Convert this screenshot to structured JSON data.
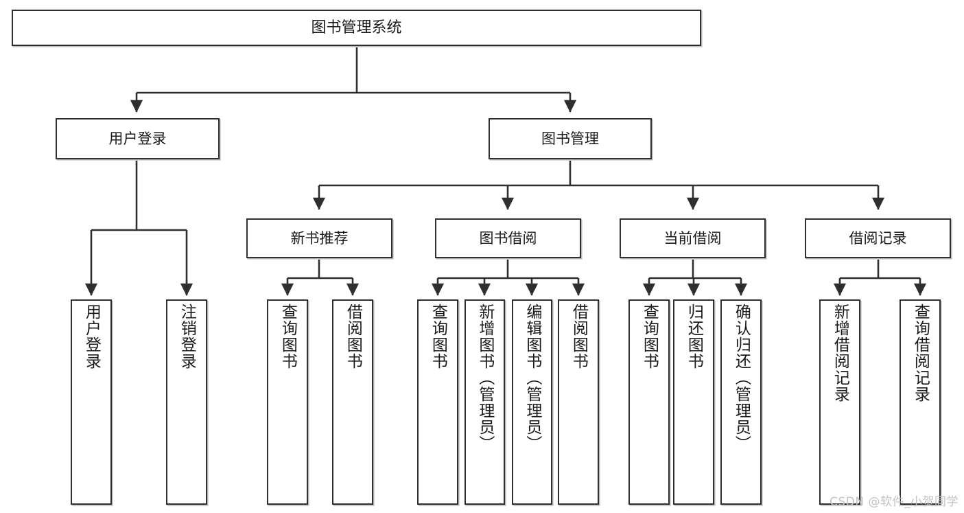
{
  "diagram": {
    "type": "tree-hierarchy-diagram",
    "title": "图书管理系统",
    "orientation": "top-down",
    "colors": {
      "box_border": "#2f2f2f",
      "box_fill": "#ffffff",
      "box_shadow": "#c9c9c9",
      "connector": "#2f2f2f",
      "text": "#1a1a1a",
      "watermark": "#c3c3c3"
    }
  },
  "nodes": {
    "root": {
      "id": "root",
      "label": "图书管理系统",
      "level": 0,
      "orientation": "horizontal"
    },
    "level1": [
      {
        "id": "user-login",
        "label": "用户登录",
        "orientation": "horizontal"
      },
      {
        "id": "book-management",
        "label": "图书管理",
        "orientation": "horizontal"
      }
    ],
    "level2": [
      {
        "id": "new-book-recommend",
        "label": "新书推荐",
        "orientation": "horizontal",
        "parent": "book-management"
      },
      {
        "id": "book-borrow",
        "label": "图书借阅",
        "orientation": "horizontal",
        "parent": "book-management"
      },
      {
        "id": "current-borrow",
        "label": "当前借阅",
        "orientation": "horizontal",
        "parent": "book-management"
      },
      {
        "id": "borrow-record",
        "label": "借阅记录",
        "orientation": "horizontal",
        "parent": "book-management"
      }
    ],
    "leaves": [
      {
        "id": "leaf-user-login",
        "label": "用户登录",
        "orientation": "vertical",
        "parent": "user-login"
      },
      {
        "id": "leaf-user-logout",
        "label": "注销登录",
        "orientation": "vertical",
        "parent": "user-login"
      },
      {
        "id": "leaf-query-book-1",
        "label": "查询图书",
        "orientation": "vertical",
        "parent": "new-book-recommend"
      },
      {
        "id": "leaf-borrow-book-1",
        "label": "借阅图书",
        "orientation": "vertical",
        "parent": "new-book-recommend"
      },
      {
        "id": "leaf-query-book-2",
        "label": "查询图书",
        "orientation": "vertical",
        "parent": "book-borrow"
      },
      {
        "id": "leaf-add-book",
        "label": "新增图书（管理员）",
        "orientation": "vertical",
        "parent": "book-borrow"
      },
      {
        "id": "leaf-edit-book",
        "label": "编辑图书（管理员）",
        "orientation": "vertical",
        "parent": "book-borrow"
      },
      {
        "id": "leaf-borrow-book-2",
        "label": "借阅图书",
        "orientation": "vertical",
        "parent": "book-borrow"
      },
      {
        "id": "leaf-query-book-3",
        "label": "查询图书",
        "orientation": "vertical",
        "parent": "current-borrow"
      },
      {
        "id": "leaf-return-book",
        "label": "归还图书",
        "orientation": "vertical",
        "parent": "current-borrow"
      },
      {
        "id": "leaf-confirm-return",
        "label": "确认归还（管理员）",
        "orientation": "vertical",
        "parent": "current-borrow"
      },
      {
        "id": "leaf-add-record",
        "label": "新增借阅记录",
        "orientation": "vertical",
        "parent": "borrow-record"
      },
      {
        "id": "leaf-query-record",
        "label": "查询借阅记录",
        "orientation": "vertical",
        "parent": "borrow-record"
      }
    ]
  },
  "watermark": {
    "text": "CSDN @软件_小贺同学"
  }
}
